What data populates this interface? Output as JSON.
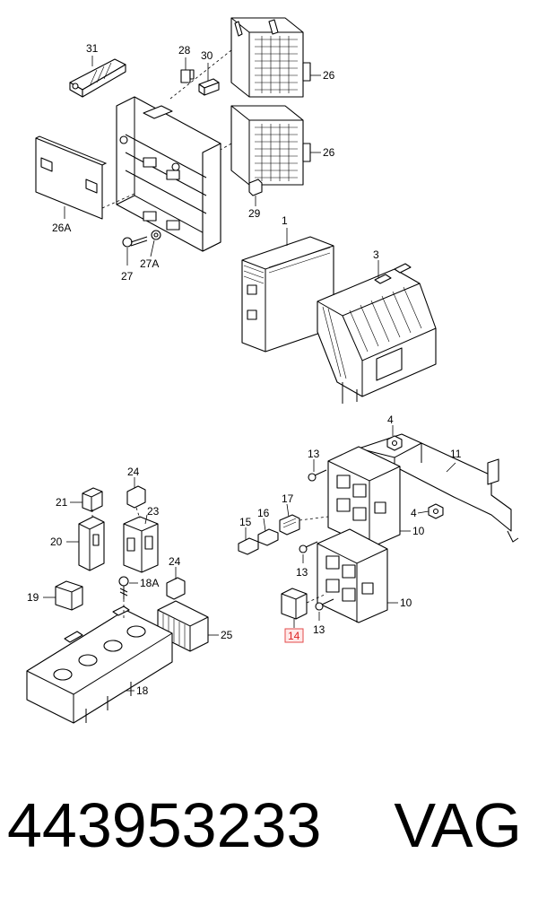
{
  "diagram": {
    "labels": {
      "l1": "1",
      "l3": "3",
      "l4a": "4",
      "l4b": "4",
      "l10a": "10",
      "l10b": "10",
      "l11": "11",
      "l13a": "13",
      "l13b": "13",
      "l13c": "13",
      "l14": "14",
      "l15": "15",
      "l16": "16",
      "l17": "17",
      "l18": "18",
      "l18a": "18A",
      "l19": "19",
      "l20": "20",
      "l21": "21",
      "l23": "23",
      "l24a": "24",
      "l24b": "24",
      "l25": "25",
      "l26a": "26",
      "l26b": "26",
      "l26A": "26A",
      "l27": "27",
      "l27A": "27A",
      "l28": "28",
      "l29": "29",
      "l30": "30",
      "l31": "31"
    },
    "highlight_color": "#e34b4b"
  },
  "footer": {
    "part_number": "443953233",
    "brand": "VAG"
  }
}
